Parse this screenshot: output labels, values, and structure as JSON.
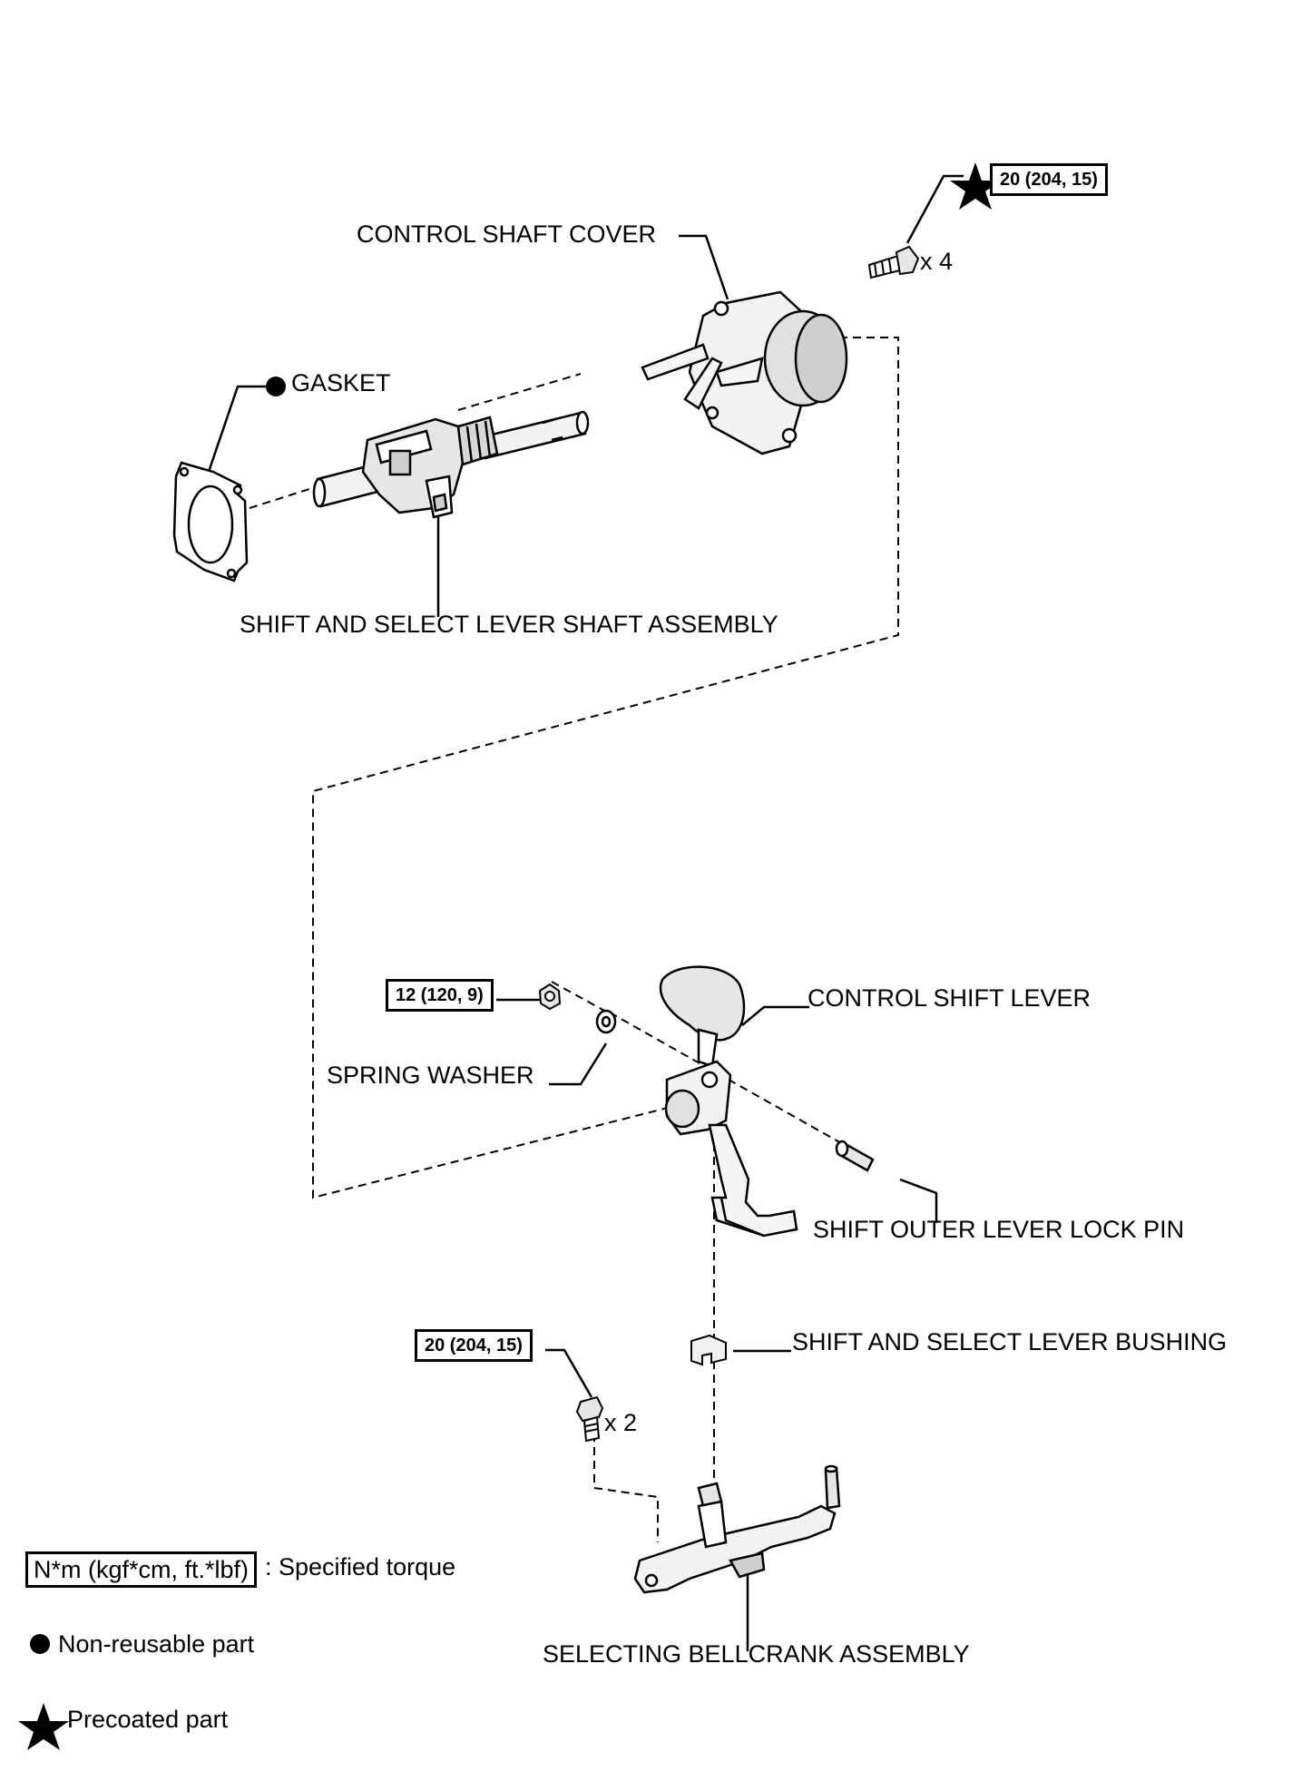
{
  "labels": {
    "control_shaft_cover": "CONTROL SHAFT COVER",
    "gasket": "GASKET",
    "shift_select_shaft": "SHIFT AND SELECT LEVER SHAFT ASSEMBLY",
    "control_shift_lever": "CONTROL SHIFT LEVER",
    "spring_washer": "SPRING WASHER",
    "lock_pin": "SHIFT OUTER LEVER LOCK PIN",
    "bushing": "SHIFT AND SELECT LEVER BUSHING",
    "bellcrank": "SELECTING BELLCRANK ASSEMBLY"
  },
  "torques": {
    "cover_bolt": "20 (204, 15)",
    "lever_nut": "12 (120, 9)",
    "bellcrank_bolt": "20 (204, 15)"
  },
  "quantities": {
    "cover_bolt": "x 4",
    "bellcrank_bolt": "x 2"
  },
  "legend": {
    "torque_box": "N*m (kgf*cm, ft.*lbf)",
    "torque_text": ": Specified torque",
    "non_reusable": "Non-reusable part",
    "precoated": "Precoated part"
  },
  "colors": {
    "line": "#000000",
    "part_fill": "#e6e6e6",
    "background": "#ffffff"
  }
}
